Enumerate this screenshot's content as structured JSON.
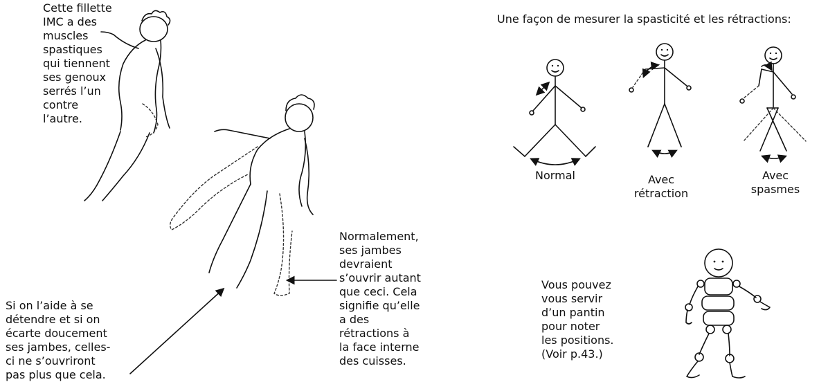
{
  "texts": {
    "girl_caption": "Cette fillette\nIMC a des\nmuscles\nspastiques\nqui tiennent\nses genoux\nserrés l’un\ncontre\nl’autre.",
    "help_caption": "Si on l’aide à se\ndétendre et si on\nécarte doucement\nses jambes, celles-\nci ne s’ouvriront\npas plus que cela.",
    "normal_caption": "Normalement,\nses jambes\ndevraient\ns’ouvrir autant\nque ceci. Cela\nsignifie qu’elle\na des\nrétractions à\nla face interne\ndes cuisses.",
    "measure_title": "Une façon de mesurer la spasticité et les rétractions:",
    "label_normal": "Normal",
    "label_retraction": "Avec\nrétraction",
    "label_spasms": "Avec\nspasmes",
    "pantin_caption": "Vous pouvez\nvous servir\nd’un pantin\npour noter\nles positions.\n(Voir p.43.)"
  },
  "colors": {
    "ink": "#111111",
    "background": "#ffffff"
  }
}
